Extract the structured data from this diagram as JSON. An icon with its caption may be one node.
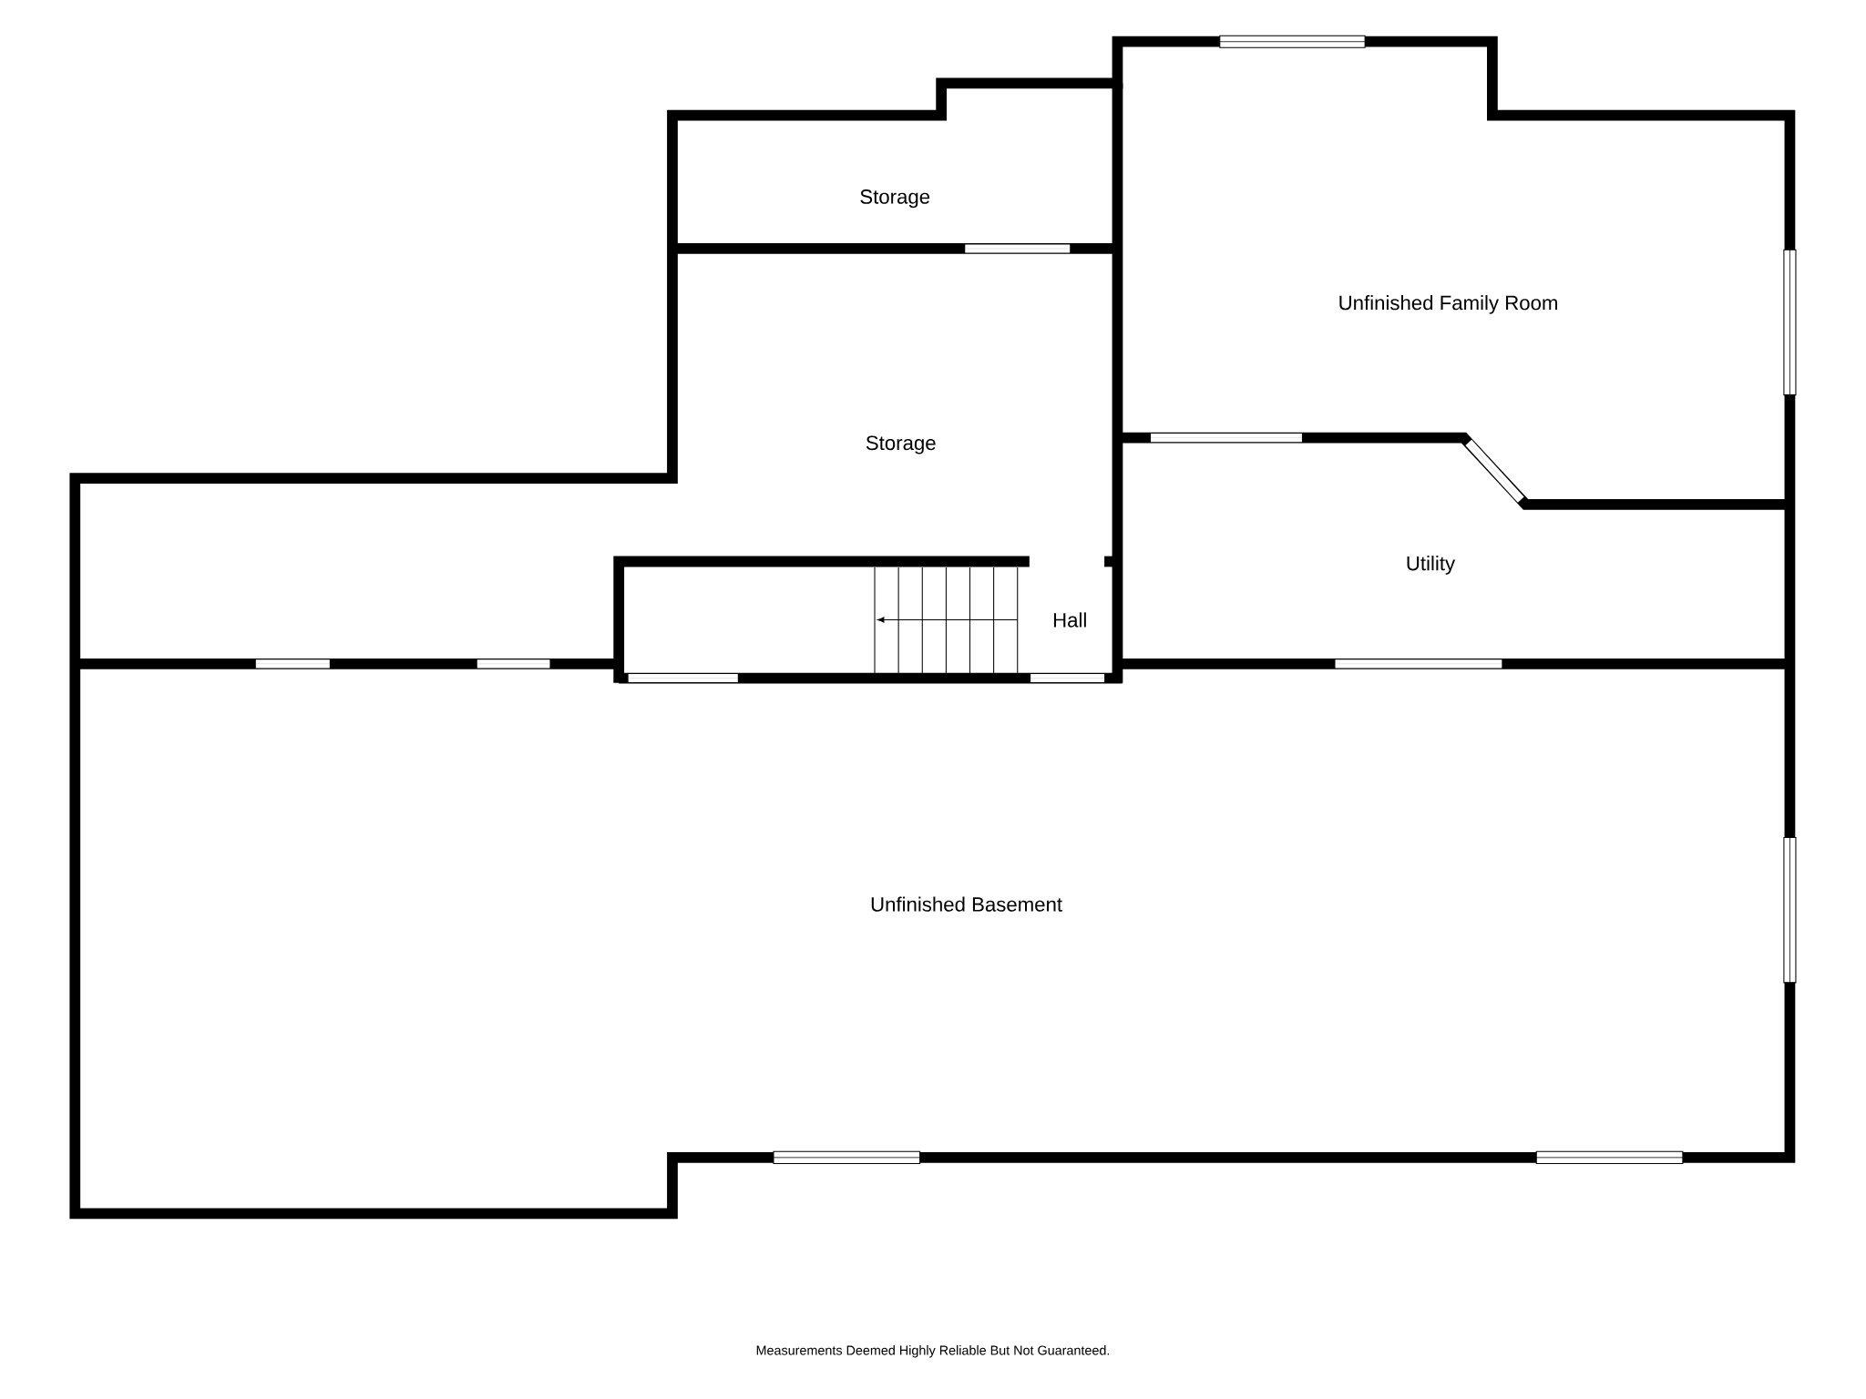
{
  "diagram": {
    "labels": [
      "Storage",
      "Unfinished Family Room",
      "Storage",
      "Utility",
      "Hall",
      "Unfinished Basement"
    ],
    "caption": "Measurements Deemed Highly Reliable But Not Guaranteed."
  }
}
